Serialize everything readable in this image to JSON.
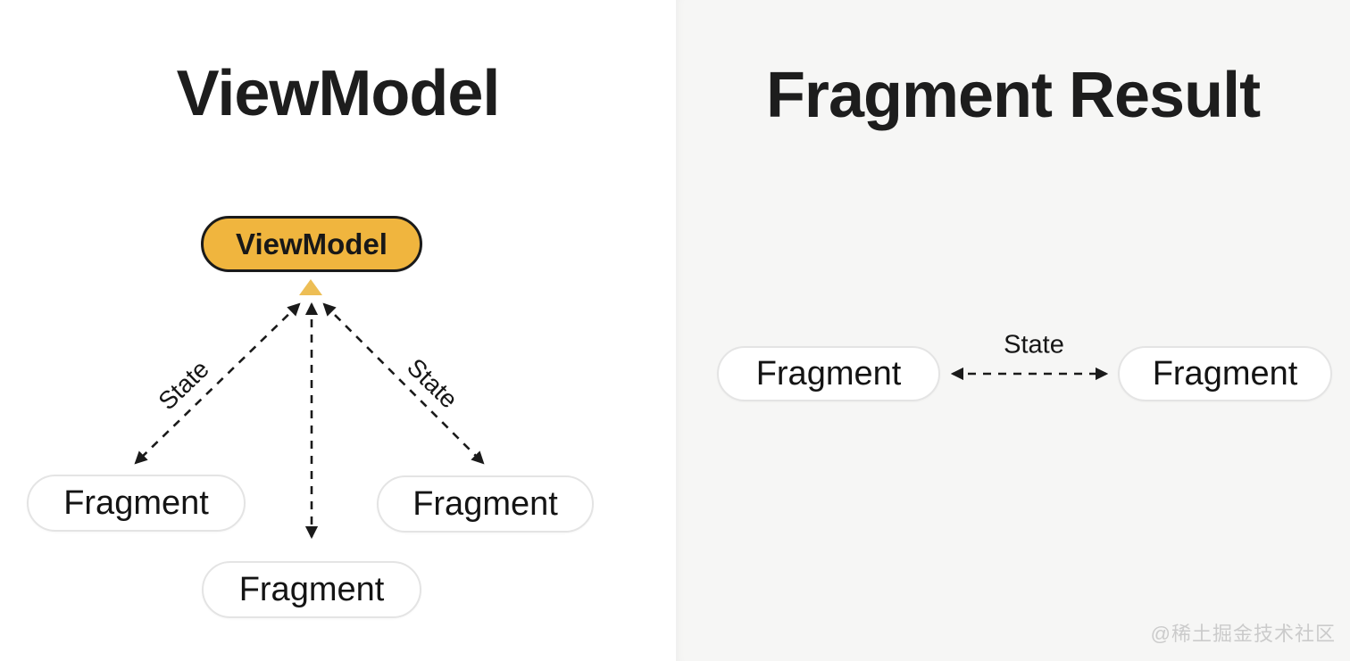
{
  "left_panel": {
    "title": "ViewModel",
    "viewmodel_node": {
      "label": "ViewModel"
    },
    "fragments": [
      {
        "label": "Fragment"
      },
      {
        "label": "Fragment"
      },
      {
        "label": "Fragment"
      }
    ],
    "edge_labels": [
      {
        "label": "State"
      },
      {
        "label": "State"
      }
    ],
    "colors": {
      "viewmodel_fill": "#f0b53e",
      "viewmodel_border": "#1a1a1a",
      "triangle": "#edbe55",
      "arrow": "#1a1a1a",
      "fragment_fill": "#ffffff",
      "fragment_border": "#e4e4e4",
      "background": "#ffffff"
    }
  },
  "right_panel": {
    "title": "Fragment Result",
    "fragments": [
      {
        "label": "Fragment"
      },
      {
        "label": "Fragment"
      }
    ],
    "edge_label": "State",
    "colors": {
      "background": "#f6f6f5"
    }
  },
  "watermark": "@稀土掘金技术社区"
}
